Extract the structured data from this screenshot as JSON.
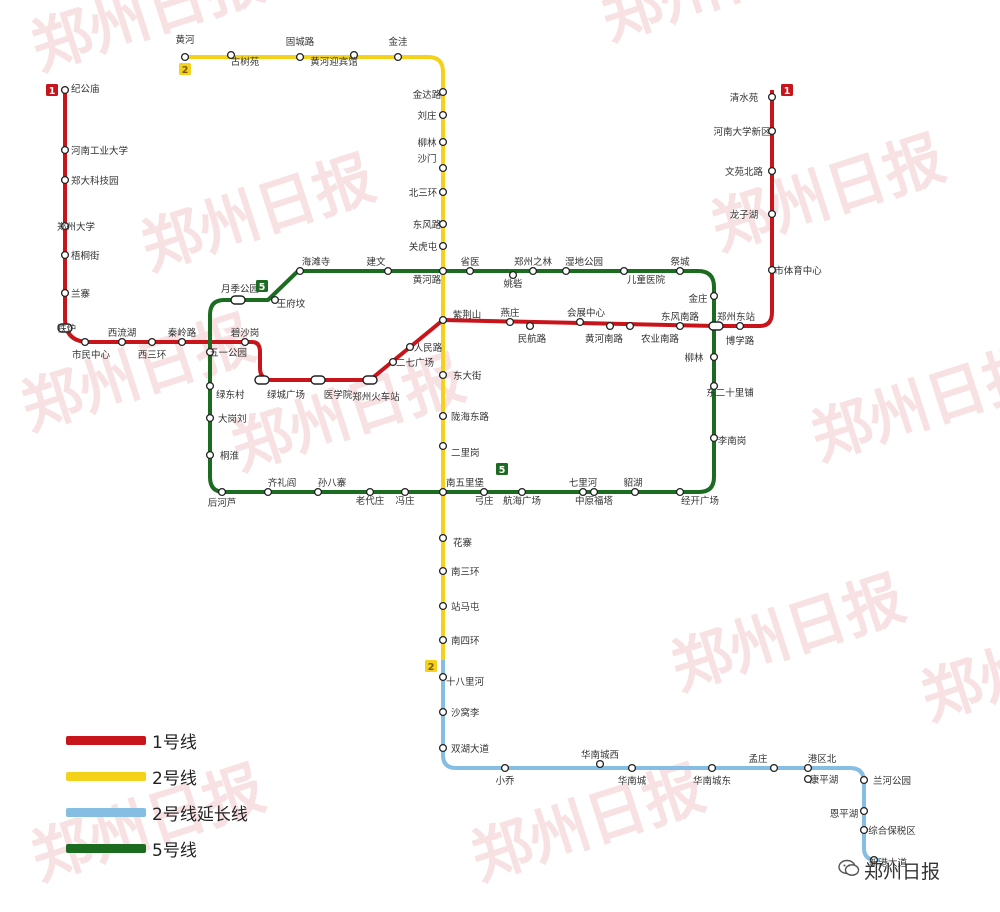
{
  "colors": {
    "line1": "#c8151b",
    "line2": "#f4d21c",
    "line2ext": "#86bde3",
    "line5": "#1b6b21"
  },
  "watermark": "郑州日报",
  "brand": {
    "name": "郑州日报",
    "icon": "wechat-icon"
  },
  "legend": [
    {
      "label": "1号线",
      "color": "#c8151b"
    },
    {
      "label": "2号线",
      "color": "#f4d21c"
    },
    {
      "label": "2号线延长线",
      "color": "#86bde3"
    },
    {
      "label": "5号线",
      "color": "#1b6b21"
    }
  ],
  "badges": [
    {
      "id": "badge-line1-west",
      "text": "1",
      "line": "line1"
    },
    {
      "id": "badge-line1-east",
      "text": "1",
      "line": "line1"
    },
    {
      "id": "badge-line2-north",
      "text": "2",
      "line": "line2"
    },
    {
      "id": "badge-line2-south",
      "text": "2",
      "line": "line2"
    },
    {
      "id": "badge-line5-north",
      "text": "5",
      "line": "line5"
    },
    {
      "id": "badge-line5-south",
      "text": "5",
      "line": "line5"
    }
  ],
  "stations": [
    "纪公庙",
    "河南工业大学",
    "郑大科技园",
    "郑州大学",
    "梧桐街",
    "兰寨",
    "铁炉",
    "市民中心",
    "西流湖",
    "西三环",
    "秦岭路",
    "五一公园",
    "碧沙岗",
    "绿城广场",
    "医学院",
    "郑州火车站",
    "二七广场",
    "人民路",
    "紫荆山",
    "燕庄",
    "民航路",
    "会展中心",
    "黄河南路",
    "农业南路",
    "东风南路",
    "郑州东站",
    "博学路",
    "市体育中心",
    "龙子湖",
    "文苑北路",
    "河南大学新区",
    "清水苑",
    "黄河",
    "古树苑",
    "固城路",
    "黄河迎宾馆",
    "金洼",
    "金达路",
    "刘庄",
    "柳林",
    "沙门",
    "北三环",
    "东风路",
    "关虎屯",
    "黄河路",
    "东大街",
    "陇海东路",
    "二里岗",
    "南五里堡",
    "花寨",
    "南三环",
    "站马屯",
    "南四环",
    "十八里河",
    "沙窝李",
    "双湖大道",
    "小乔",
    "华南城西",
    "华南城",
    "华南城东",
    "孟庄",
    "港区北",
    "康平湖",
    "兰河公园",
    "恩平湖",
    "综合保税区",
    "新港大道",
    "月季公园",
    "王府坟",
    "海滩寺",
    "建文",
    "省医",
    "郑州之林",
    "姚砦",
    "湿地公园",
    "儿童医院",
    "祭城",
    "金庄",
    "柳林",
    "东二十里铺",
    "李南岗",
    "经开广场",
    "貂湖",
    "中原福塔",
    "七里河",
    "航海广场",
    "弓庄",
    "冯庄",
    "老代庄",
    "孙八寨",
    "齐礼阎",
    "后河芦",
    "桐淮",
    "大岗刘",
    "绿东村"
  ]
}
